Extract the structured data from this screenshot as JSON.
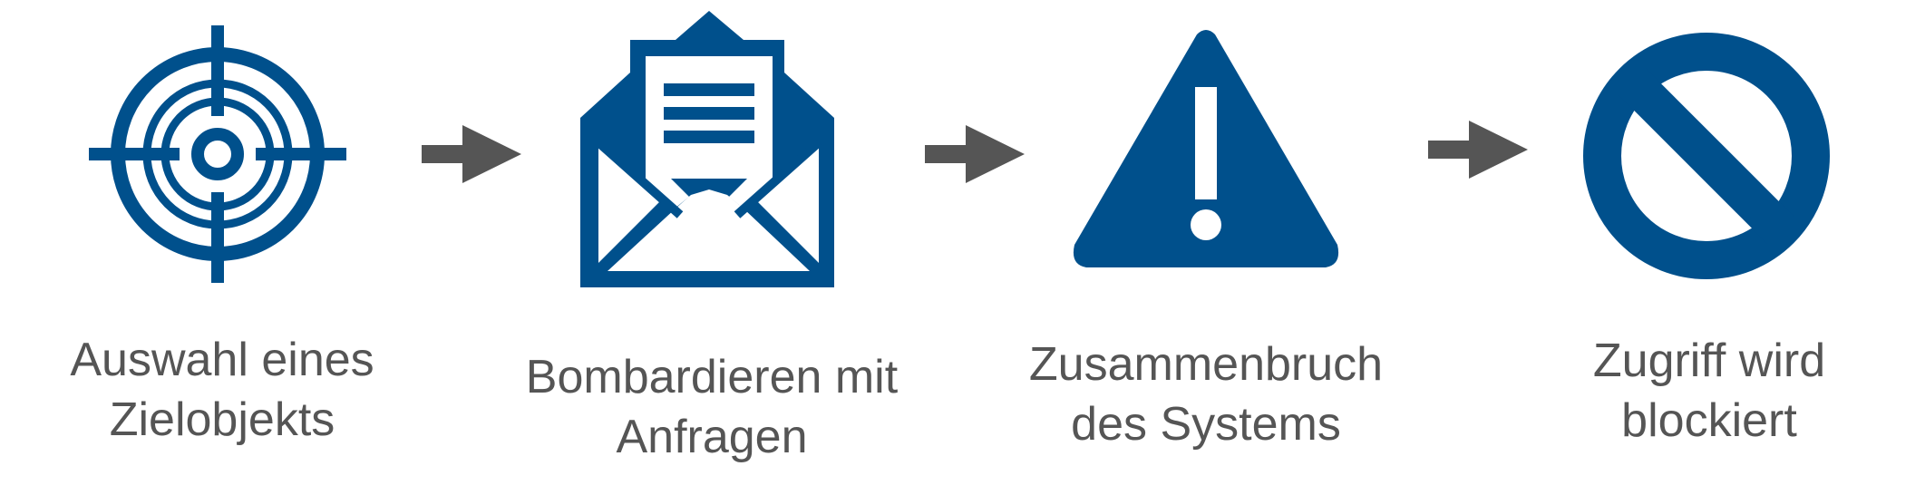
{
  "colors": {
    "icon": "#00508C",
    "arrow": "#555555",
    "text": "#555555"
  },
  "steps": [
    {
      "icon": "target-crosshair-icon",
      "line1": "Auswahl eines",
      "line2": "Zielobjekts"
    },
    {
      "icon": "open-envelope-icon",
      "line1": "Bombardieren mit",
      "line2": "Anfragen"
    },
    {
      "icon": "warning-triangle-icon",
      "line1": "Zusammenbruch",
      "line2": "des Systems"
    },
    {
      "icon": "prohibited-icon",
      "line1": "Zugriff wird",
      "line2": "blockiert"
    }
  ],
  "connectors": [
    "arrow-right-icon",
    "arrow-right-icon",
    "arrow-right-icon"
  ]
}
